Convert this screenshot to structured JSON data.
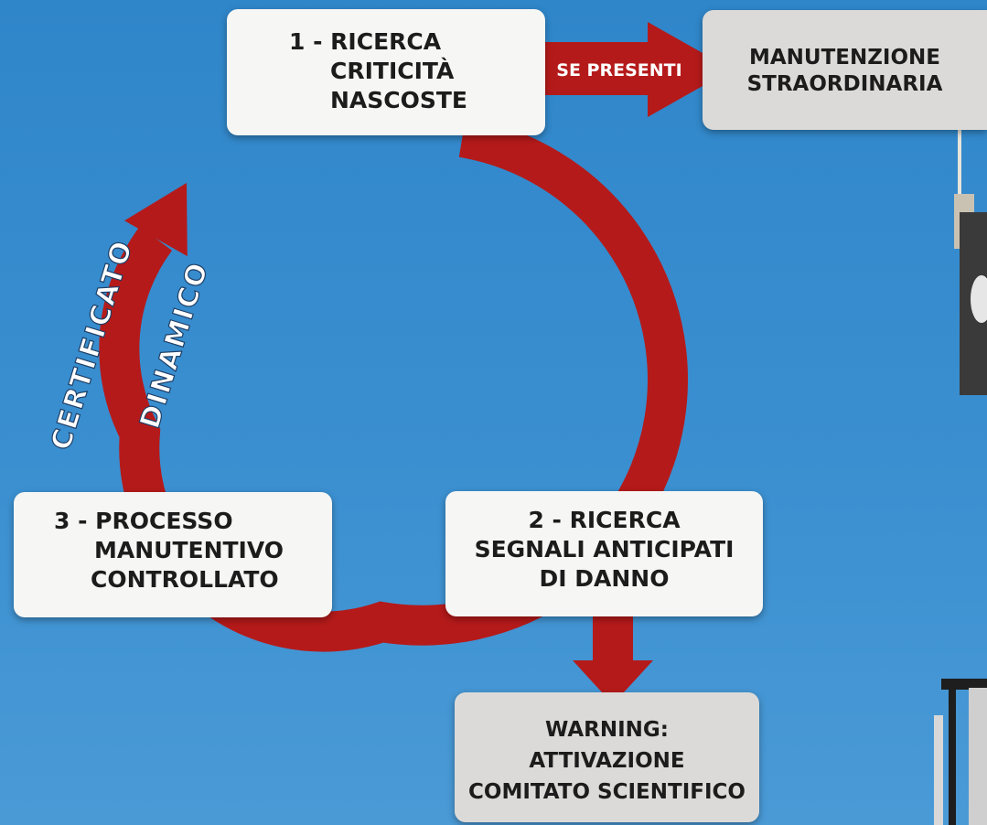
{
  "colors": {
    "sky": "#3a8fd0",
    "arrow_red": "#b51a1a",
    "box_white": "#f6f6f4",
    "box_grey": "#dcdad8",
    "text_dark": "#1c1c1c",
    "curved_text": "#ffffff"
  },
  "steps": {
    "step1": {
      "line1": "1 - RICERCA",
      "line2": "CRITICITÀ",
      "line3": "NASCOSTE"
    },
    "step2": {
      "line1": "2 - RICERCA",
      "line2": "SEGNALI ANTICIPATI",
      "line3": "DI DANNO"
    },
    "step3": {
      "line1": "3 - PROCESSO",
      "line2": "MANUTENTIVO",
      "line3": "CONTROLLATO"
    }
  },
  "outcomes": {
    "manutenzione": {
      "line1": "MANUTENZIONE",
      "line2": "STRAORDINARIA"
    },
    "warning": {
      "line1": "WARNING:",
      "line2": "ATTIVAZIONE",
      "line3": "COMITATO SCIENTIFICO"
    }
  },
  "arrow_label": "SE PRESENTI",
  "cycle_label": {
    "word1": "CERTIFICATO",
    "word2": "DINAMICO"
  }
}
